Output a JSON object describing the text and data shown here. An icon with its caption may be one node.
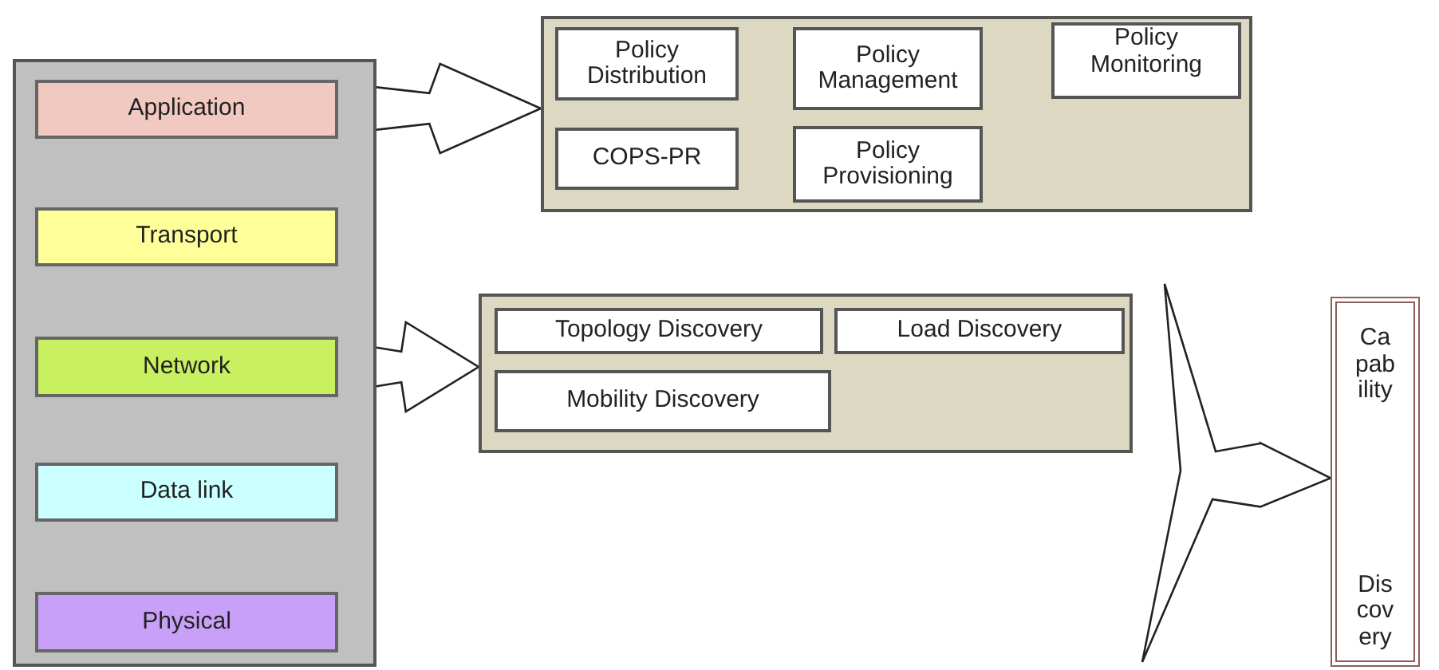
{
  "diagram": {
    "nodes": [
      {
        "text": [],
        "shape": "box"
      },
      {
        "text": [
          "Application"
        ],
        "in": 0
      },
      {
        "text": [
          "Transport"
        ],
        "in": 0
      },
      {
        "text": [
          "Network"
        ],
        "in": 0
      },
      {
        "text": [
          "Data link"
        ],
        "in": 0
      },
      {
        "text": [
          "Physical"
        ],
        "in": 0
      },
      {
        "text": [],
        "shape": "box"
      },
      {
        "text": [
          "Policy Distribution"
        ],
        "in": 6
      },
      {
        "text": [
          "Policy Management"
        ],
        "in": 6
      },
      {
        "text": [
          "Policy Monitoring"
        ],
        "in": 6
      },
      {
        "text": [
          "COPS-PR"
        ],
        "in": 6
      },
      {
        "text": [
          "Policy Provisioning"
        ],
        "in": 6
      },
      {
        "text": [],
        "shape": "box"
      },
      {
        "text": [
          "Topology Discovery"
        ],
        "in": 12
      },
      {
        "text": [
          "Load Discovery"
        ],
        "in": 12
      },
      {
        "text": [
          "Mobility Discovery"
        ],
        "in": 12
      },
      {
        "text": [
          "Ca pab ility",
          "Dis cov ery"
        ]
      }
    ],
    "edges": [
      {
        "from": 1,
        "to": 6,
        "arrow": "to"
      },
      {
        "from": 3,
        "to": 12,
        "arrow": "to"
      },
      {
        "from": null,
        "to": 16,
        "arrow": "to"
      }
    ]
  }
}
